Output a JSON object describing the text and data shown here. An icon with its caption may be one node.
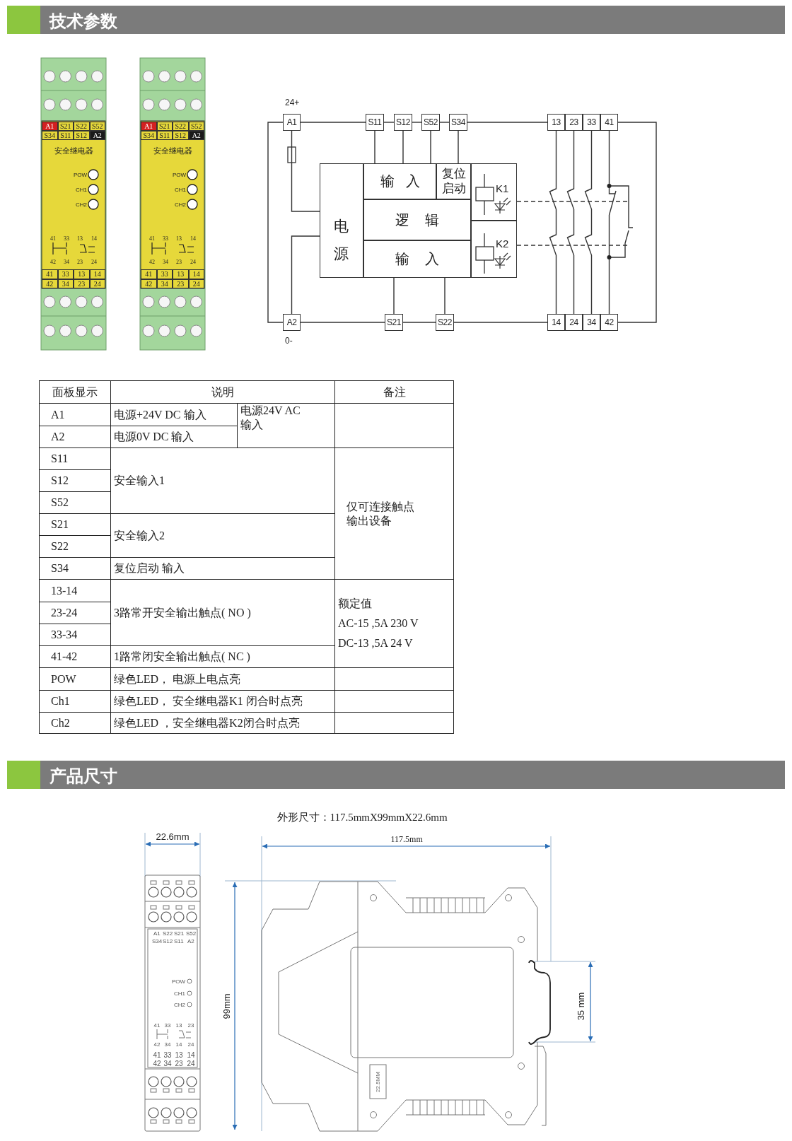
{
  "diagram": {
    "nodes": [
      {
        "text": [
          "A1"
        ],
        "beside": [
          "24+"
        ]
      },
      {
        "text": [
          "S11"
        ]
      },
      {
        "text": [
          "S12"
        ]
      },
      {
        "text": [
          "S52"
        ]
      },
      {
        "text": [
          "S34"
        ]
      },
      {
        "text": [
          "13"
        ]
      },
      {
        "text": [
          "23"
        ]
      },
      {
        "text": [
          "33"
        ]
      },
      {
        "text": [
          "41"
        ]
      },
      {
        "text": [
          "电源"
        ]
      },
      {
        "text": [
          "输入"
        ]
      },
      {
        "text": [
          "复位启动"
        ]
      },
      {
        "text": [
          "逻辑"
        ]
      },
      {
        "text": [
          "输入"
        ]
      },
      {
        "text": [
          "K1"
        ]
      },
      {
        "text": [
          "K2"
        ]
      },
      {
        "text": [
          "A2"
        ],
        "beside": [
          "0-"
        ]
      },
      {
        "text": [
          "S21"
        ]
      },
      {
        "text": [
          "S22"
        ]
      },
      {
        "text": [
          "14"
        ]
      },
      {
        "text": [
          "24"
        ]
      },
      {
        "text": [
          "34"
        ]
      },
      {
        "text": [
          "42"
        ]
      }
    ],
    "edges": [
      {
        "from": 0,
        "to": 9,
        "arrow": "none"
      },
      {
        "from": 16,
        "to": 9,
        "arrow": "none"
      },
      {
        "from": 1,
        "to": 10,
        "arrow": "none"
      },
      {
        "from": 2,
        "to": 10,
        "arrow": "none"
      },
      {
        "from": 3,
        "to": 10,
        "arrow": "none"
      },
      {
        "from": 4,
        "to": 11,
        "arrow": "none"
      },
      {
        "from": 17,
        "to": 13,
        "arrow": "none"
      },
      {
        "from": 18,
        "to": 13,
        "arrow": "none"
      },
      {
        "from": 5,
        "to": 19,
        "arrow": "none"
      },
      {
        "from": 6,
        "to": 20,
        "arrow": "none"
      },
      {
        "from": 7,
        "to": 21,
        "arrow": "none"
      },
      {
        "from": 8,
        "to": 22,
        "arrow": "none"
      },
      {
        "from": 0,
        "to": 1,
        "arrow": "none"
      },
      {
        "from": 1,
        "to": 2,
        "arrow": "none"
      },
      {
        "from": 2,
        "to": 3,
        "arrow": "none"
      },
      {
        "from": 3,
        "to": 4,
        "arrow": "none"
      },
      {
        "from": 4,
        "to": 5,
        "arrow": "none"
      },
      {
        "from": 0,
        "to": 16,
        "arrow": "none"
      },
      {
        "from": 16,
        "to": 17,
        "arrow": "none"
      },
      {
        "from": 17,
        "to": 18,
        "arrow": "none"
      },
      {
        "from": 18,
        "to": 19,
        "arrow": "none"
      },
      {
        "from": 8,
        "to": 22,
        "arrow": "none"
      },
      {
        "from": 14,
        "to": null,
        "arrow": "none",
        "style": "dashed"
      },
      {
        "from": 15,
        "to": null,
        "arrow": "none",
        "style": "dashed"
      }
    ],
    "labels": [
      "技术参数",
      "A1",
      "S21",
      "S22",
      "S52",
      "S34",
      "S11",
      "S12",
      "A2",
      "安全继电器",
      "POW",
      "CH1",
      "CH2",
      "41",
      "33",
      "13",
      "14",
      "42",
      "34",
      "23",
      "24",
      "41",
      "33",
      "13",
      "14",
      "42",
      "34",
      "23",
      "24",
      "A1",
      "S21",
      "S22",
      "S52",
      "S34",
      "S11",
      "S12",
      "A2",
      "安全继电器",
      "POW",
      "CH1",
      "CH2",
      "41",
      "33",
      "13",
      "14",
      "42",
      "34",
      "23",
      "24",
      "41",
      "33",
      "13",
      "14",
      "42",
      "34",
      "23",
      "24",
      "面板显示",
      "说明",
      "备注",
      "A1",
      "电源+24V DC 输入",
      "电源24V AC 输入",
      "A2",
      "电源0V DC 输入",
      "S11",
      "安全输入1",
      "仅可连接触点输出设备",
      "S12",
      "S52",
      "S21",
      "安全输入2",
      "S22",
      "S34",
      "复位启动 输入",
      "13-14",
      "3路常开安全输出触点( NO )",
      "额定值",
      "AC-15 ,5A 230 V",
      "DC-13 ,5A 24 V",
      "23-24",
      "33-34",
      "41-42",
      "1路常闭安全输出触点( NC )",
      "POW",
      "绿色LED， 电源上电点亮",
      "Ch1",
      "绿色LED， 安全继电器K1 闭合时点亮",
      "Ch2",
      "绿色LED ，安全继电器K2闭合时点亮",
      "产品尺寸",
      "外形尺寸：117.5mmX99mmX22.6mm",
      "22.6mm",
      "117.5mm",
      "99mm",
      "35 mm",
      "A1",
      "S22",
      "S21",
      "S52",
      "S34",
      "S12",
      "S11",
      "A2",
      "POW",
      "CH1",
      "CH2",
      "41",
      "33",
      "13",
      "23",
      "42",
      "34",
      "14",
      "24",
      "41",
      "33",
      "13",
      "14",
      "42",
      "34",
      "23",
      "24",
      "22.5MM"
    ]
  }
}
